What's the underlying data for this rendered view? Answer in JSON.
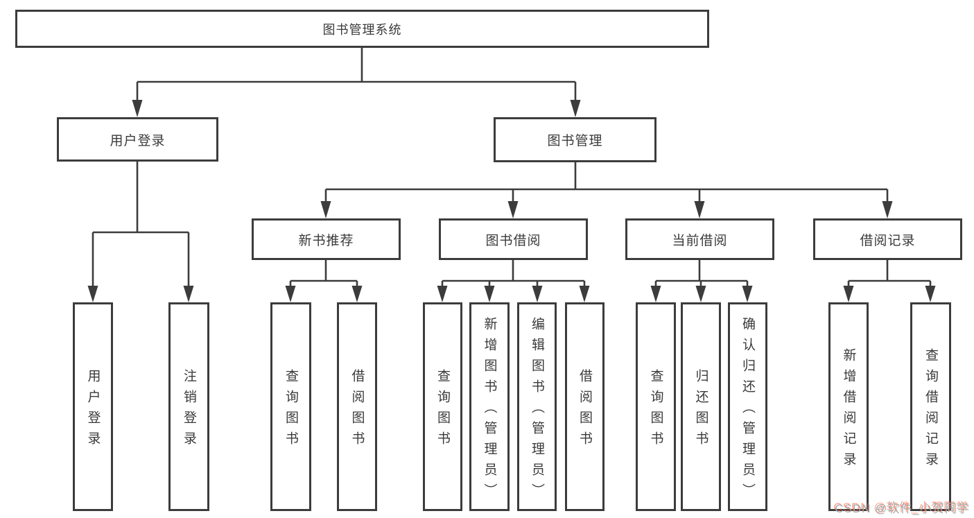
{
  "diagram": {
    "title": "图书管理系统",
    "root": {
      "label": "图书管理系统"
    },
    "level2": [
      {
        "label": "用户登录"
      },
      {
        "label": "图书管理"
      }
    ],
    "level3": [
      {
        "label": "新书推荐"
      },
      {
        "label": "图书借阅"
      },
      {
        "label": "当前借阅"
      },
      {
        "label": "借阅记录"
      }
    ],
    "leaves": {
      "user": [
        "用户登录",
        "注销登录"
      ],
      "recommend": [
        "查询图书",
        "借阅图书"
      ],
      "borrow": [
        "查询图书",
        "新增图书（管理员）",
        "编辑图书（管理员）",
        "借阅图书"
      ],
      "current": [
        "查询图书",
        "归还图书",
        "确认归还（管理员）"
      ],
      "records": [
        "新增借阅记录",
        "查询借阅记录"
      ]
    }
  },
  "watermark": {
    "text": "CSDN @软件_小贺同学"
  },
  "colors": {
    "line": "#3c3c3c",
    "text": "#3a3a3a",
    "watermark_gray": "#a6a6a6",
    "watermark_red": "#fc5531"
  }
}
